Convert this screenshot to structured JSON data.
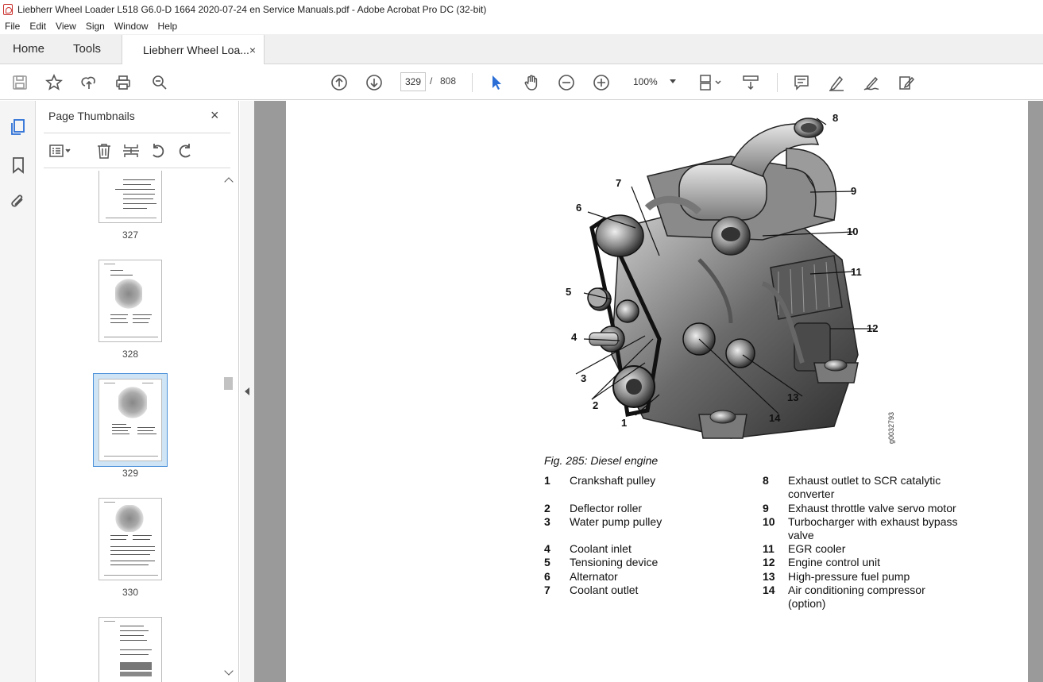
{
  "window": {
    "title": "Liebherr Wheel Loader L518 G6.0-D 1664 2020-07-24 en Service Manuals.pdf - Adobe Acrobat Pro DC (32-bit)"
  },
  "menu": [
    "File",
    "Edit",
    "View",
    "Sign",
    "Window",
    "Help"
  ],
  "tabs": {
    "home": "Home",
    "tools": "Tools",
    "document": "Liebherr Wheel Loa...",
    "document_close": "×"
  },
  "toolbar": {
    "current_page": "329",
    "page_separator": "/",
    "total_pages": "808",
    "zoom": "100%"
  },
  "panel": {
    "title": "Page Thumbnails",
    "close": "×",
    "thumbnails": [
      {
        "label": "327"
      },
      {
        "label": "328"
      },
      {
        "label": "329",
        "selected": true
      },
      {
        "label": "330"
      }
    ]
  },
  "document": {
    "figure_caption": "Fig. 285: Diesel engine",
    "image_id": "g0032793",
    "callouts": [
      "1",
      "2",
      "3",
      "4",
      "5",
      "6",
      "7",
      "8",
      "9",
      "10",
      "11",
      "12",
      "13",
      "14"
    ],
    "legend_left": [
      {
        "num": "1",
        "text": "Crankshaft pulley"
      },
      {
        "num": "2",
        "text": "Deflector roller"
      },
      {
        "num": "3",
        "text": "Water pump pulley"
      },
      {
        "num": "4",
        "text": "Coolant inlet"
      },
      {
        "num": "5",
        "text": "Tensioning device"
      },
      {
        "num": "6",
        "text": "Alternator"
      },
      {
        "num": "7",
        "text": "Coolant outlet"
      }
    ],
    "legend_right": [
      {
        "num": "8",
        "text": "Exhaust outlet to SCR catalytic converter"
      },
      {
        "num": "9",
        "text": "Exhaust throttle valve servo motor"
      },
      {
        "num": "10",
        "text": "Turbocharger with exhaust bypass valve"
      },
      {
        "num": "11",
        "text": "EGR cooler"
      },
      {
        "num": "12",
        "text": "Engine control unit"
      },
      {
        "num": "13",
        "text": "High-pressure fuel pump"
      },
      {
        "num": "14",
        "text": "Air conditioning compressor (option)"
      }
    ]
  },
  "colors": {
    "accent_blue": "#2b6fd6",
    "selection": "#cfe4f5",
    "doc_background": "#9a9a9a"
  }
}
